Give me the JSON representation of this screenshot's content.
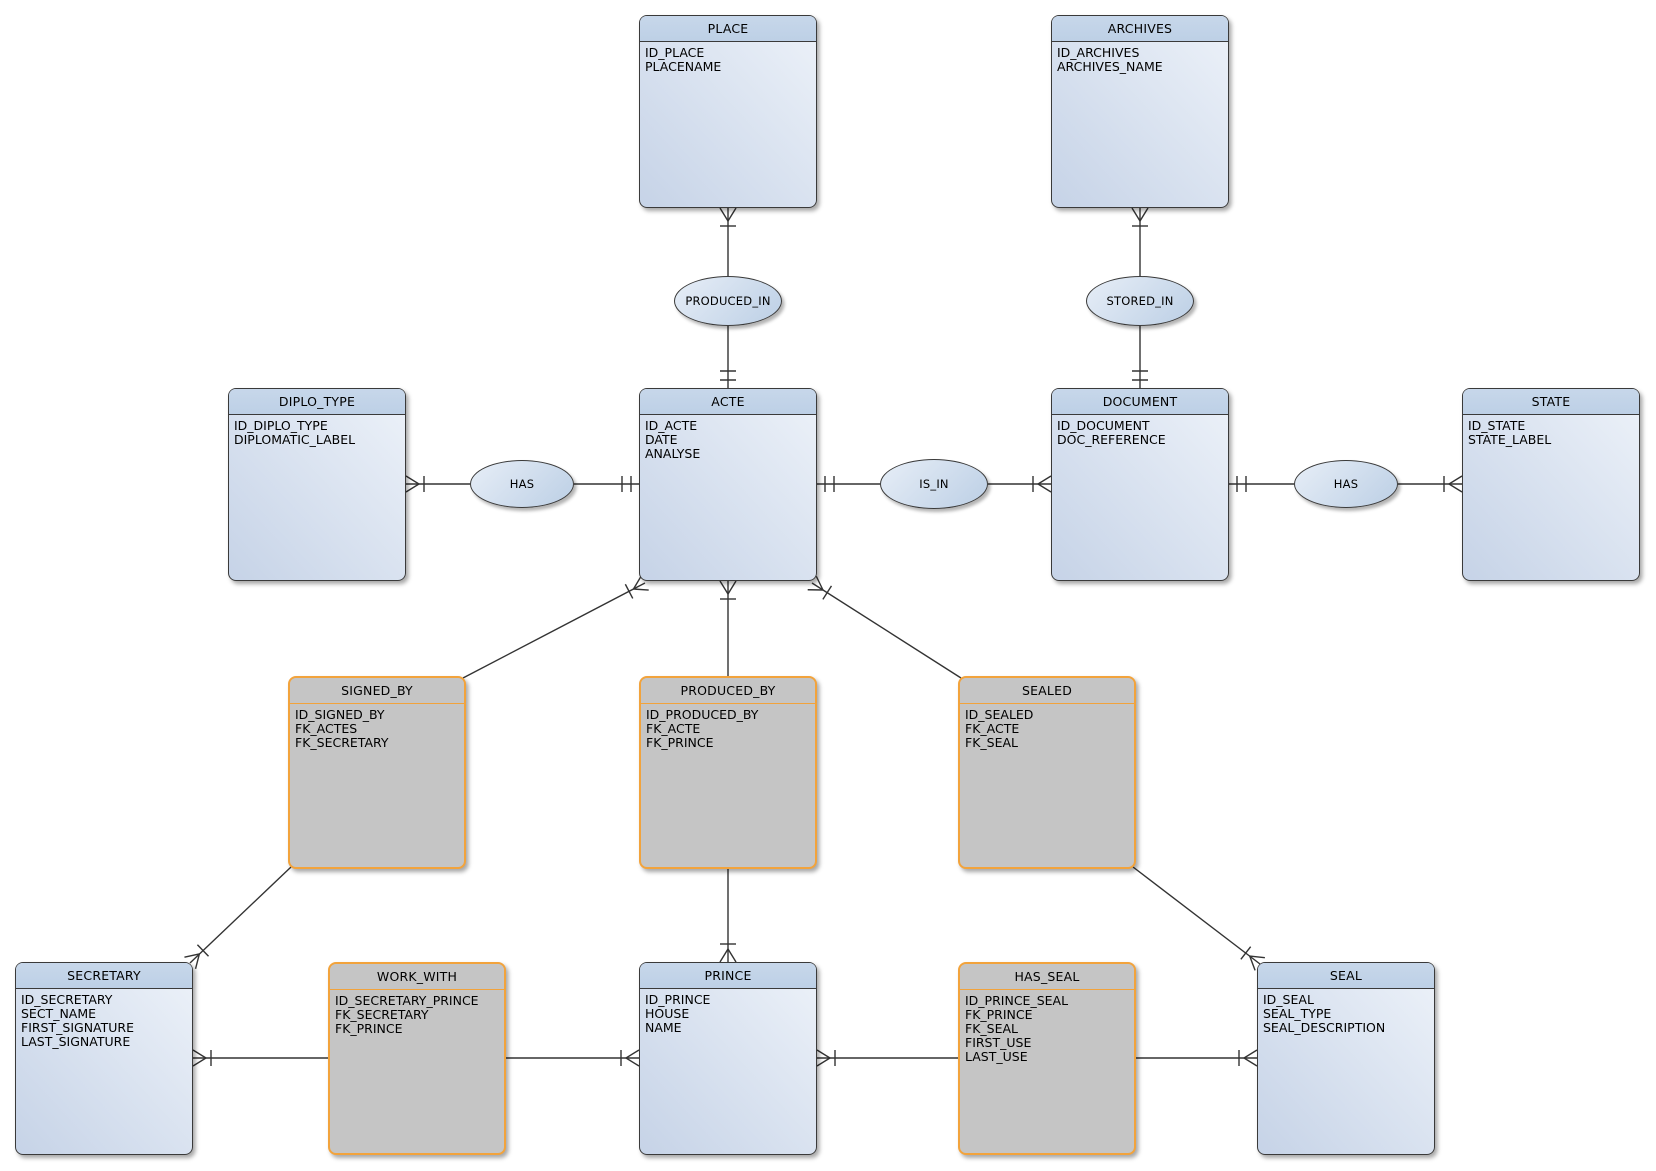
{
  "diagram": {
    "title": "",
    "entities": {
      "place": {
        "kind": "entity",
        "title": "PLACE",
        "attributes": [
          "ID_PLACE",
          "PLACENAME"
        ]
      },
      "archives": {
        "kind": "entity",
        "title": "ARCHIVES",
        "attributes": [
          "ID_ARCHIVES",
          "ARCHIVES_NAME"
        ]
      },
      "diplo_type": {
        "kind": "entity",
        "title": "DIPLO_TYPE",
        "attributes": [
          "ID_DIPLO_TYPE",
          "DIPLOMATIC_LABEL"
        ]
      },
      "acte": {
        "kind": "entity",
        "title": "ACTE",
        "attributes": [
          "ID_ACTE",
          "DATE",
          "ANALYSE"
        ]
      },
      "document": {
        "kind": "entity",
        "title": "DOCUMENT",
        "attributes": [
          "ID_DOCUMENT",
          "DOC_REFERENCE"
        ]
      },
      "state": {
        "kind": "entity",
        "title": "STATE",
        "attributes": [
          "ID_STATE",
          "STATE_LABEL"
        ]
      },
      "signed_by": {
        "kind": "association",
        "title": "SIGNED_BY",
        "attributes": [
          "ID_SIGNED_BY",
          "FK_ACTES",
          "FK_SECRETARY"
        ]
      },
      "produced_by": {
        "kind": "association",
        "title": "PRODUCED_BY",
        "attributes": [
          "ID_PRODUCED_BY",
          "FK_ACTE",
          "FK_PRINCE"
        ]
      },
      "sealed": {
        "kind": "association",
        "title": "SEALED",
        "attributes": [
          "ID_SEALED",
          "FK_ACTE",
          "FK_SEAL"
        ]
      },
      "secretary": {
        "kind": "entity",
        "title": "SECRETARY",
        "attributes": [
          "ID_SECRETARY",
          "SECT_NAME",
          "FIRST_SIGNATURE",
          "LAST_SIGNATURE"
        ]
      },
      "work_with": {
        "kind": "association",
        "title": "WORK_WITH",
        "attributes": [
          "ID_SECRETARY_PRINCE",
          "FK_SECRETARY",
          "FK_PRINCE"
        ]
      },
      "prince": {
        "kind": "entity",
        "title": "PRINCE",
        "attributes": [
          "ID_PRINCE",
          "HOUSE",
          "NAME"
        ]
      },
      "has_seal": {
        "kind": "association",
        "title": "HAS_SEAL",
        "attributes": [
          "ID_PRINCE_SEAL",
          "FK_PRINCE",
          "FK_SEAL",
          "FIRST_USE",
          "LAST_USE"
        ]
      },
      "seal": {
        "kind": "entity",
        "title": "SEAL",
        "attributes": [
          "ID_SEAL",
          "SEAL_TYPE",
          "SEAL_DESCRIPTION"
        ]
      }
    },
    "relationships": {
      "produced_in": {
        "label": "PRODUCED_IN",
        "between": [
          "PLACE",
          "ACTE"
        ],
        "cardinality": "many-to-one"
      },
      "stored_in": {
        "label": "STORED_IN",
        "between": [
          "ARCHIVES",
          "DOCUMENT"
        ],
        "cardinality": "many-to-one"
      },
      "has_diplo": {
        "label": "HAS",
        "between": [
          "DIPLO_TYPE",
          "ACTE"
        ],
        "cardinality": "many-to-one"
      },
      "is_in": {
        "label": "IS_IN",
        "between": [
          "ACTE",
          "DOCUMENT"
        ],
        "cardinality": "one-to-many"
      },
      "has_state": {
        "label": "HAS",
        "between": [
          "DOCUMENT",
          "STATE"
        ],
        "cardinality": "one-to-many"
      }
    },
    "connections": [
      {
        "from": "ACTE",
        "to": "SIGNED_BY",
        "acte_end": "many"
      },
      {
        "from": "ACTE",
        "to": "PRODUCED_BY",
        "acte_end": "many"
      },
      {
        "from": "ACTE",
        "to": "SEALED",
        "acte_end": "many"
      },
      {
        "from": "SIGNED_BY",
        "to": "SECRETARY",
        "secretary_end": "many"
      },
      {
        "from": "PRODUCED_BY",
        "to": "PRINCE",
        "prince_end": "many"
      },
      {
        "from": "SEALED",
        "to": "SEAL",
        "seal_end": "many"
      },
      {
        "from": "SECRETARY",
        "to": "WORK_WITH",
        "secretary_end": "many"
      },
      {
        "from": "WORK_WITH",
        "to": "PRINCE",
        "prince_end": "many"
      },
      {
        "from": "PRINCE",
        "to": "HAS_SEAL",
        "prince_end": "many"
      },
      {
        "from": "HAS_SEAL",
        "to": "SEAL",
        "seal_end": "many"
      }
    ],
    "colors": {
      "entity_header_fill": "#bdd0e6",
      "entity_body_light": "#edf2f9",
      "entity_body_dark": "#c6d3e7",
      "entity_border": "#3a3a3a",
      "association_fill": "#c5c5c5",
      "association_border": "#f2a33c",
      "connector": "#333333",
      "canvas_background": "#ffffff"
    }
  }
}
